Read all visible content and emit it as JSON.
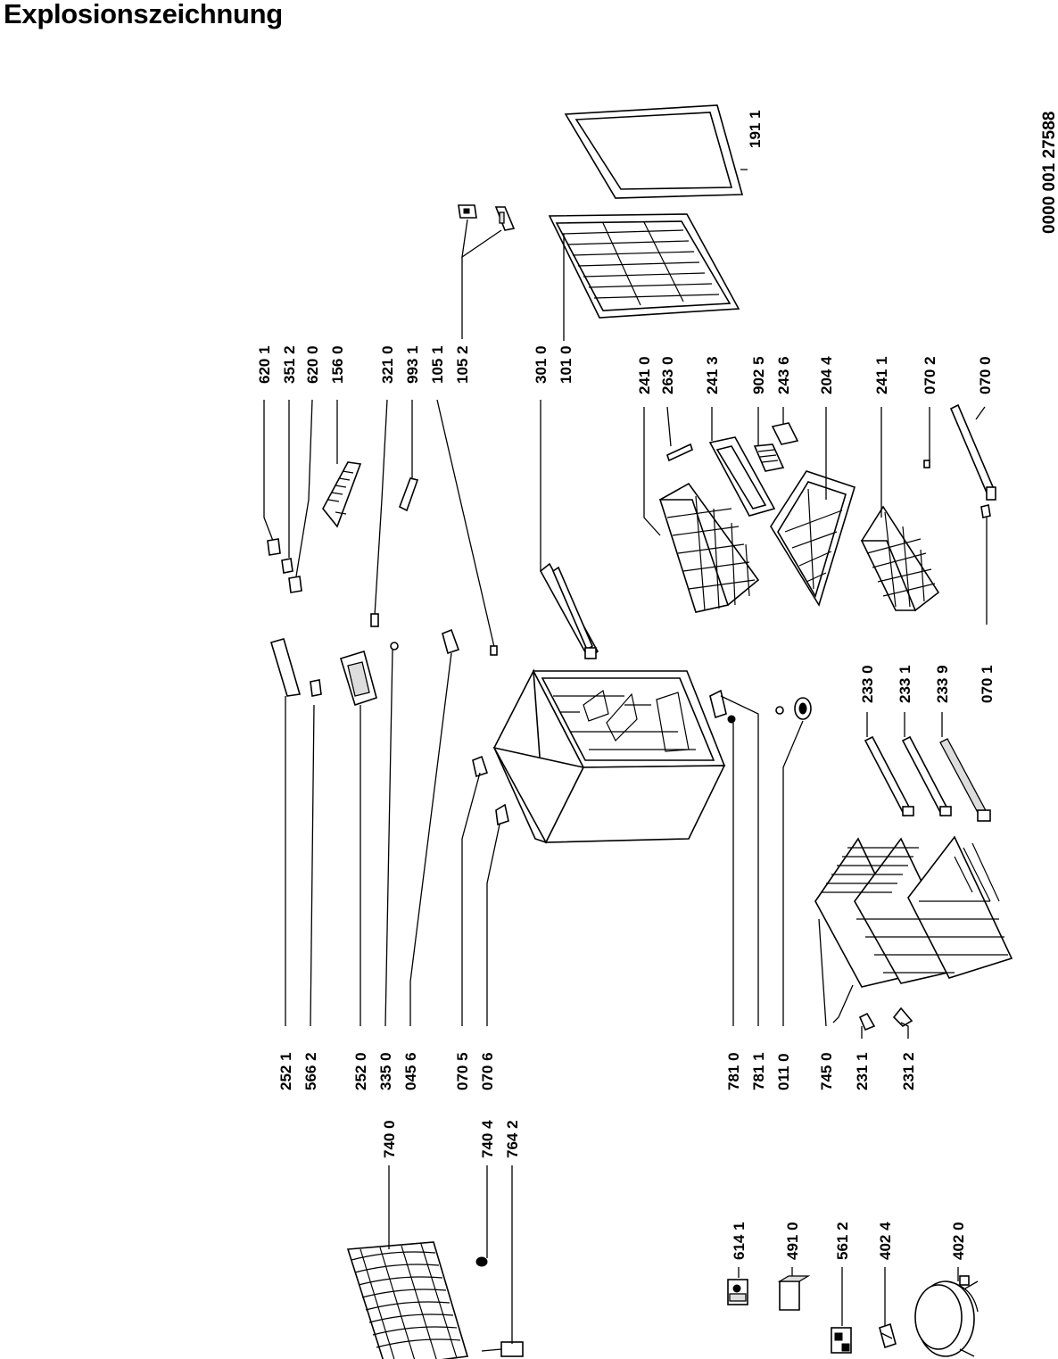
{
  "title": "Explosionszeichnung",
  "doc_number": "0000 001 27588",
  "labels": {
    "l1911": "191 1",
    "l1010": "101 0",
    "l3010": "301 0",
    "l1052": "105 2",
    "l1051": "105 1",
    "l9931": "993 1",
    "l3210": "321 0",
    "l1560": "156 0",
    "l6200": "620 0",
    "l3512": "351 2",
    "l6201": "620 1",
    "l2410": "241 0",
    "l2630": "263 0",
    "l2413": "241 3",
    "l9025": "902 5",
    "l2436": "243 6",
    "l2044": "204 4",
    "l2411": "241 1",
    "l0702": "070 2",
    "l0700": "070 0",
    "l0701": "070 1",
    "l2330": "233 0",
    "l2331": "233 1",
    "l2339": "233 9",
    "l2521": "252 1",
    "l5662": "566 2",
    "l2520": "252 0",
    "l3350": "335 0",
    "l0456": "045 6",
    "l0705": "070 5",
    "l0706": "070 6",
    "l7810": "781 0",
    "l7811": "781 1",
    "l0110": "011 0",
    "l7450": "745 0",
    "l2311": "231 1",
    "l2312": "231 2",
    "l7400": "740 0",
    "l7404": "740 4",
    "l7642": "764 2",
    "l6141": "614 1",
    "l4910": "491 0",
    "l5612": "561 2",
    "l4024": "402 4",
    "l4020": "402 0"
  }
}
